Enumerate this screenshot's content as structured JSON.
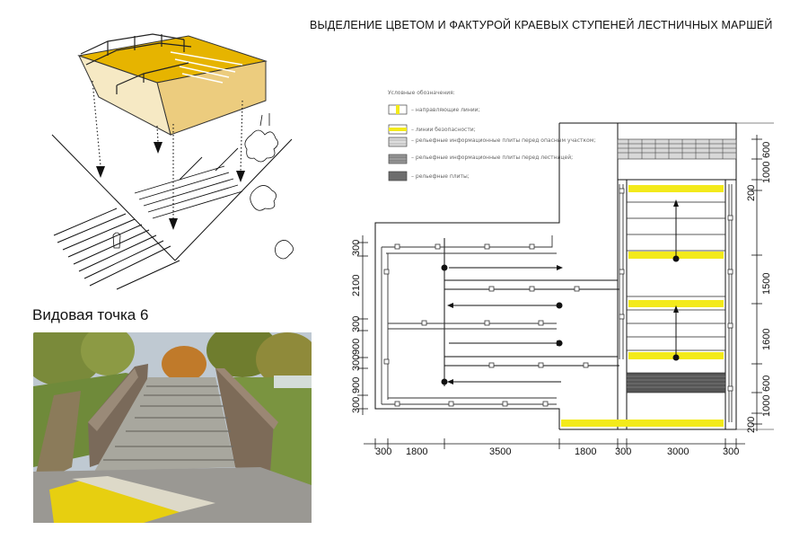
{
  "title": "ВЫДЕЛЕНИЕ ЦВЕТОМ И ФАКТУРОЙ КРАЕВЫХ СТУПЕНЕЙ ЛЕСТНИЧНЫХ МАРШЕЙ",
  "view_label": "Видовая точка 6",
  "legend": {
    "heading": "Условные обозначения:",
    "items": [
      {
        "text": "– направляющие линии;",
        "icon": "guide-line-swatch"
      },
      {
        "text": "– линии безопасности;",
        "icon": "safety-line-swatch"
      },
      {
        "text": "– рельефные информационные плиты перед опасным участком;",
        "icon": "tactile-plate-swatch"
      },
      {
        "text": "– рельефные информационные плиты перед лестницей;",
        "icon": "tactile-stair-swatch"
      },
      {
        "text": "– рельефные плиты;",
        "icon": "relief-plate-swatch"
      }
    ]
  },
  "dims": {
    "bottom": [
      "300",
      "1800",
      "3500",
      "1800",
      "300",
      "3000",
      "300"
    ],
    "left": [
      "300",
      "2100",
      "300",
      "900",
      "300",
      "900",
      "300"
    ],
    "right": [
      "600",
      "1000",
      "200",
      "1500",
      "1600",
      "600",
      "1000",
      "200"
    ]
  },
  "colors": {
    "accent_yellow": "#f3ea1b",
    "iso_yellow": "#e6b400",
    "iso_side": "#eccc7e"
  }
}
